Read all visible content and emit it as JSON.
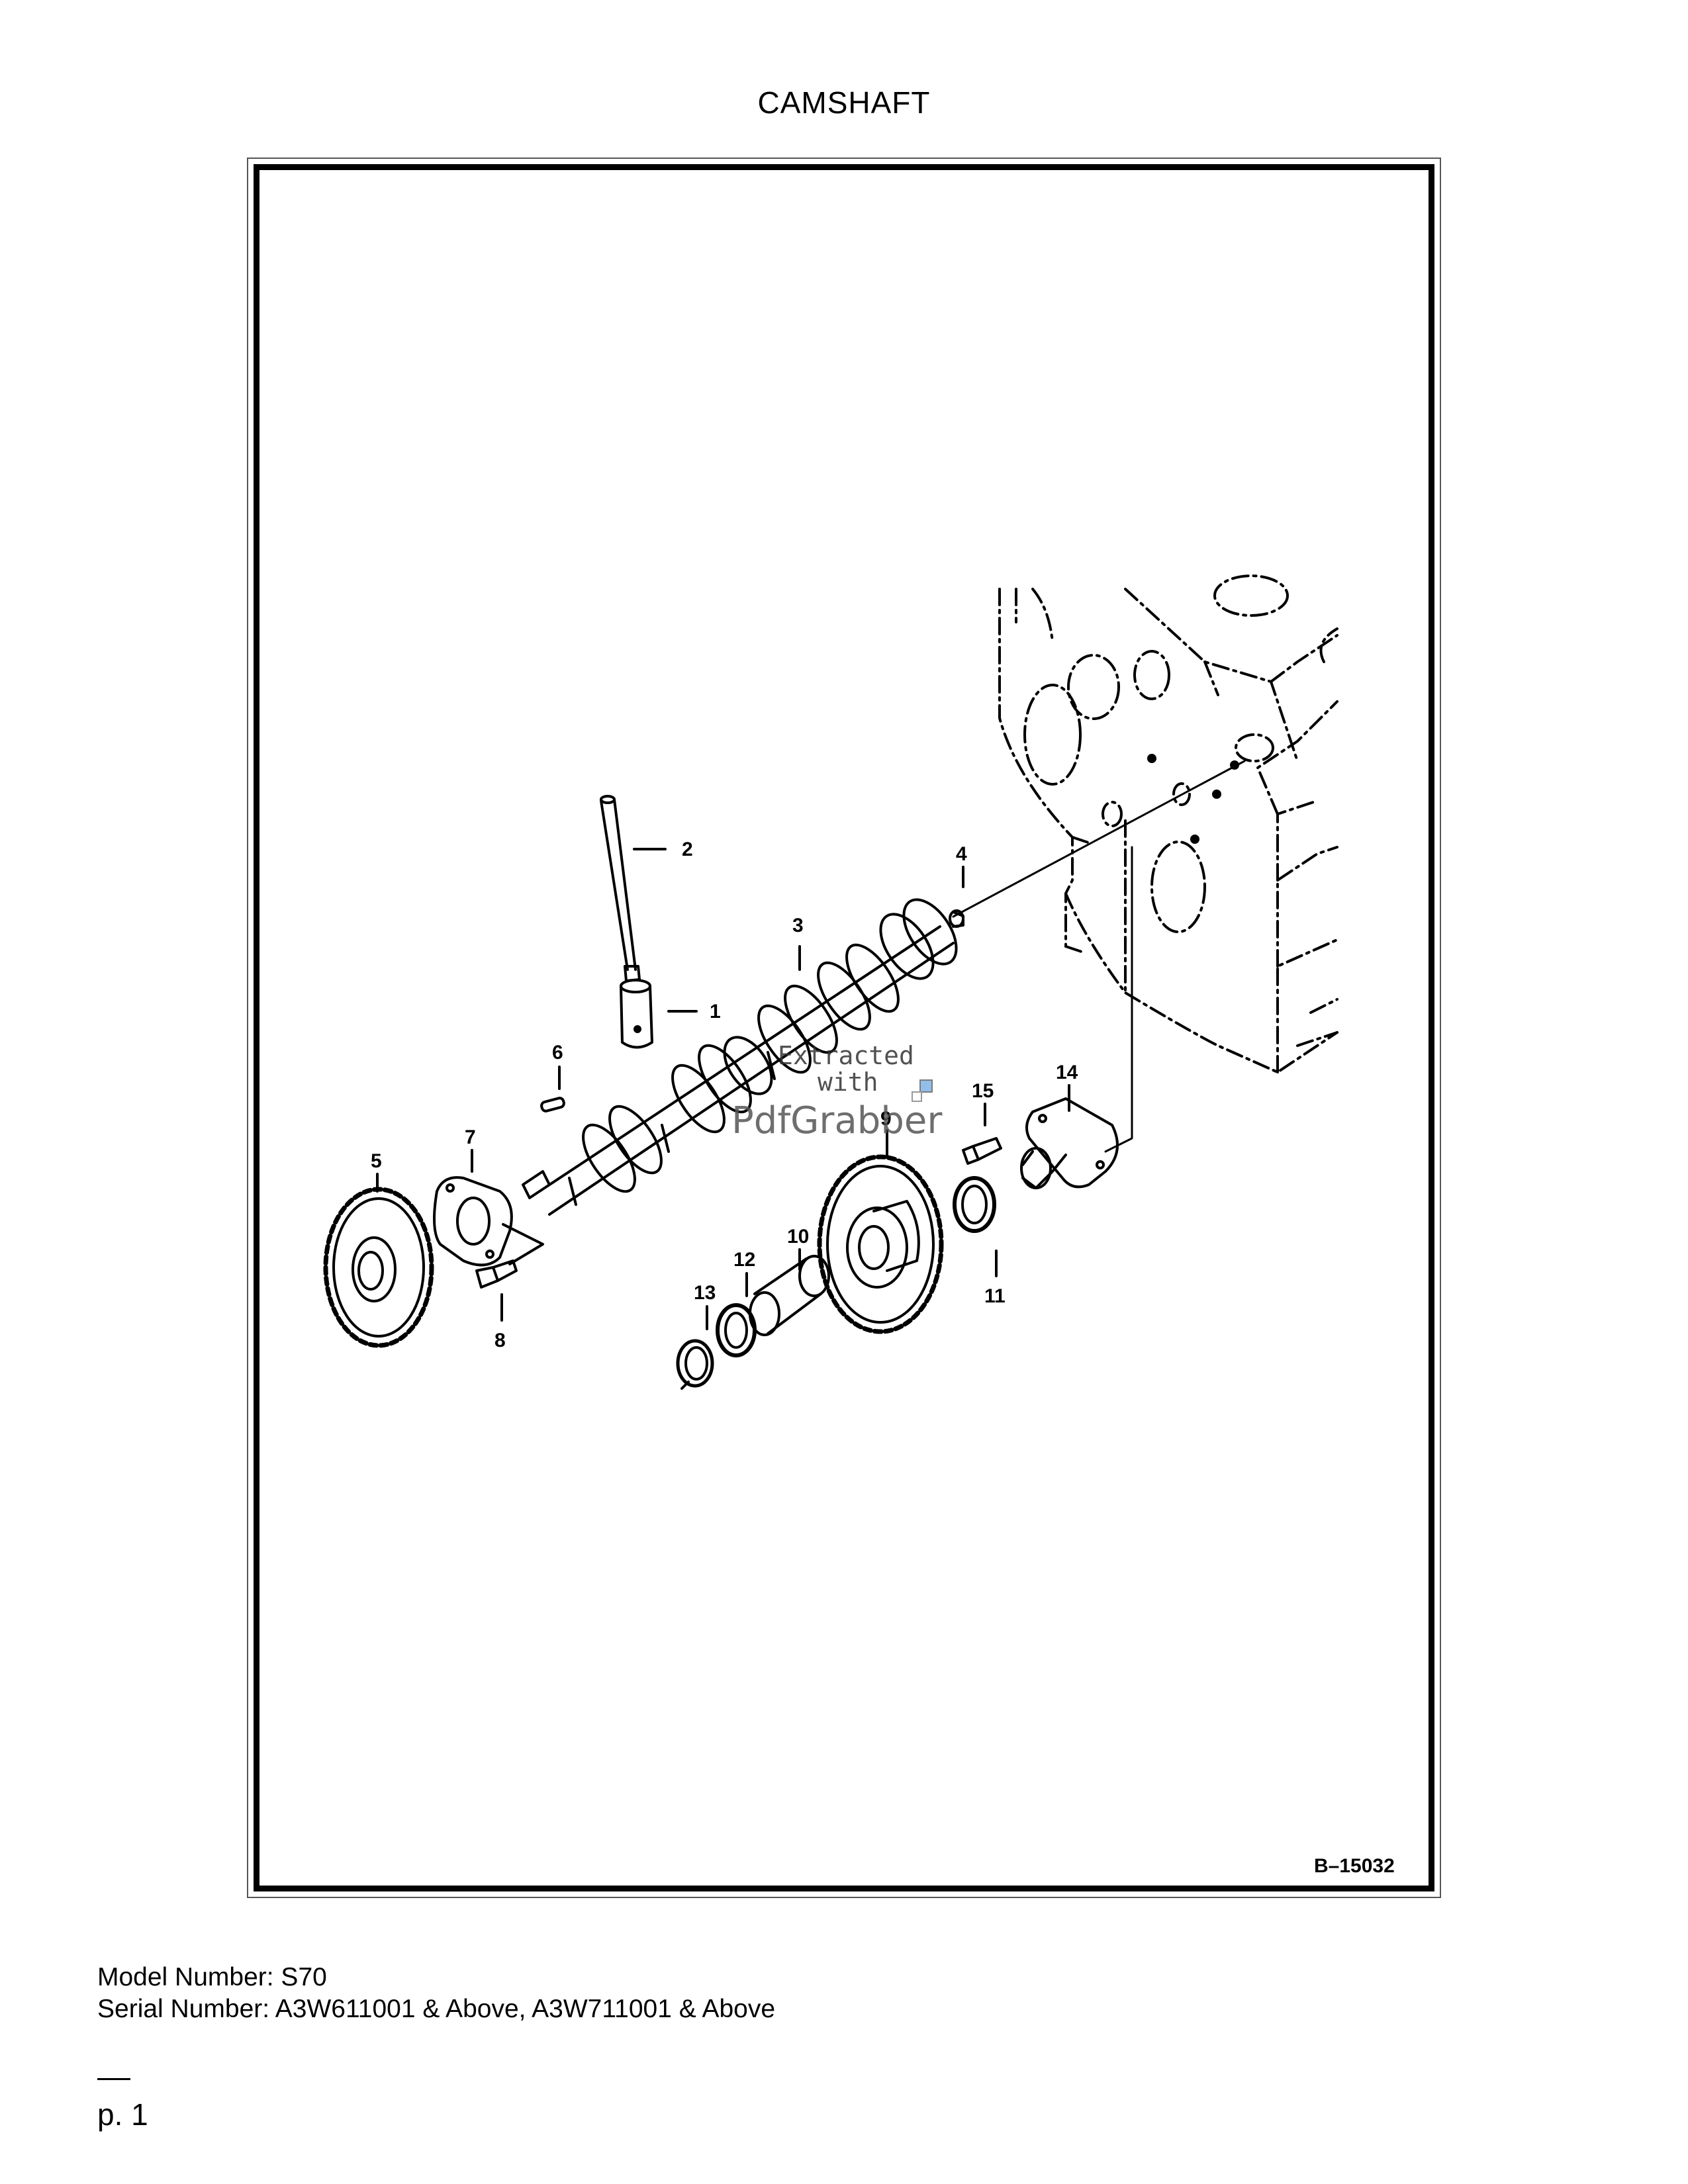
{
  "page": {
    "title": "CAMSHAFT",
    "figure_code": "B–15032",
    "model_line": "Model Number: S70",
    "serial_line": "Serial Number: A3W611001 & Above, A3W711001 & Above",
    "page_number": "p. 1"
  },
  "diagram": {
    "callouts": [
      "1",
      "2",
      "3",
      "4",
      "5",
      "6",
      "7",
      "8",
      "9",
      "10",
      "11",
      "12",
      "13",
      "14",
      "15"
    ]
  },
  "watermark": {
    "line1": "Extracted",
    "line2": "with",
    "line3": "PdfGrabber"
  }
}
